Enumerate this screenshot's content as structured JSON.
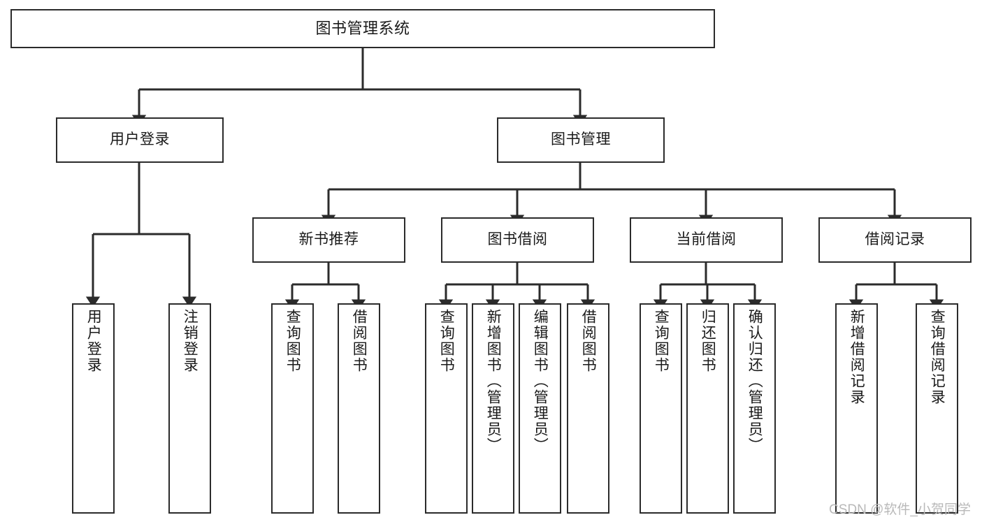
{
  "diagram": {
    "type": "tree",
    "title": "图书管理系统",
    "orientation": "top-down",
    "colors": {
      "box_border": "#2b2b2b",
      "box_fill": "#ffffff",
      "connector": "#2b2b2b",
      "text": "#1a1a1a",
      "watermark": "#b9b9b9",
      "background": "#ffffff"
    },
    "root": {
      "label": "图书管理系统"
    },
    "level1": [
      {
        "label": "用户登录"
      },
      {
        "label": "图书管理"
      }
    ],
    "level2": [
      {
        "label": "新书推荐"
      },
      {
        "label": "图书借阅"
      },
      {
        "label": "当前借阅"
      },
      {
        "label": "借阅记录"
      }
    ],
    "leaves": {
      "user_login": [
        {
          "label": "用户登录"
        },
        {
          "label": "注销登录"
        }
      ],
      "new_book_recommend": [
        {
          "label": "查询图书"
        },
        {
          "label": "借阅图书"
        }
      ],
      "book_borrow": [
        {
          "label": "查询图书"
        },
        {
          "label": "新增图书（管理员）"
        },
        {
          "label": "编辑图书（管理员）"
        },
        {
          "label": "借阅图书"
        }
      ],
      "current_borrow": [
        {
          "label": "查询图书"
        },
        {
          "label": "归还图书"
        },
        {
          "label": "确认归还（管理员）"
        }
      ],
      "borrow_record": [
        {
          "label": "新增借阅记录"
        },
        {
          "label": "查询借阅记录"
        }
      ]
    }
  },
  "watermark": {
    "text": "CSDN @软件_小贺同学"
  }
}
